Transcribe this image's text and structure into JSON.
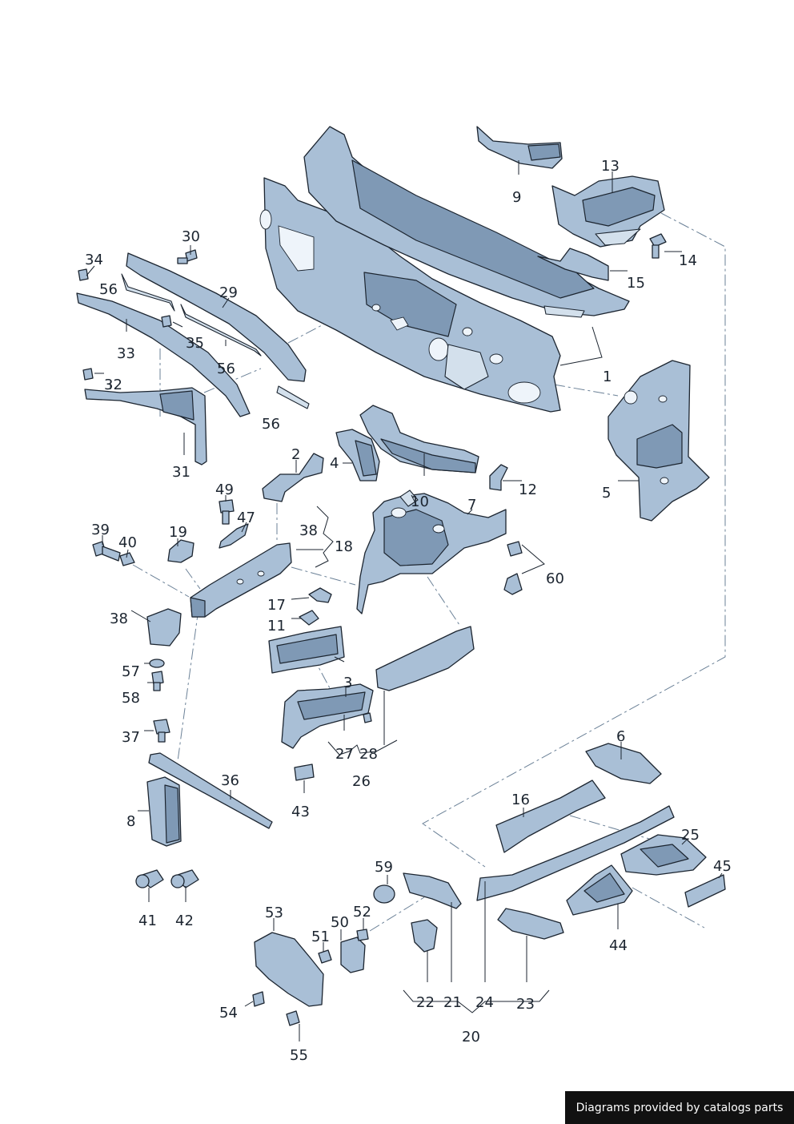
{
  "callouts": {
    "c1": "1",
    "c2": "2",
    "c3": "3",
    "c4": "4",
    "c5": "5",
    "c6": "6",
    "c7": "7",
    "c8": "8",
    "c9": "9",
    "c10": "10",
    "c11": "11",
    "c12": "12",
    "c13": "13",
    "c14": "14",
    "c15": "15",
    "c16": "16",
    "c17": "17",
    "c18": "18",
    "c19": "19",
    "c20": "20",
    "c21": "21",
    "c22": "22",
    "c23": "23",
    "c24": "24",
    "c25": "25",
    "c26": "26",
    "c27": "27",
    "c28": "28",
    "c29": "29",
    "c30": "30",
    "c31": "31",
    "c32": "32",
    "c33": "33",
    "c34": "34",
    "c35": "35",
    "c36": "36",
    "c37": "37",
    "c38a": "38",
    "c38b": "38",
    "c39": "39",
    "c40": "40",
    "c41": "41",
    "c42": "42",
    "c43": "43",
    "c44": "44",
    "c45": "45",
    "c47": "47",
    "c49": "49",
    "c50": "50",
    "c51": "51",
    "c52": "52",
    "c53": "53",
    "c54": "54",
    "c55": "55",
    "c56a": "56",
    "c56b": "56",
    "c56c": "56",
    "c57": "57",
    "c58": "58",
    "c59": "59",
    "c60": "60"
  },
  "footer": {
    "text": "Diagrams provided by catalogs parts"
  },
  "colors": {
    "part_fill": "#a9bfd6",
    "part_shadow": "#7f99b5",
    "outline": "#1c2530",
    "dash_line": "#6b8197"
  }
}
